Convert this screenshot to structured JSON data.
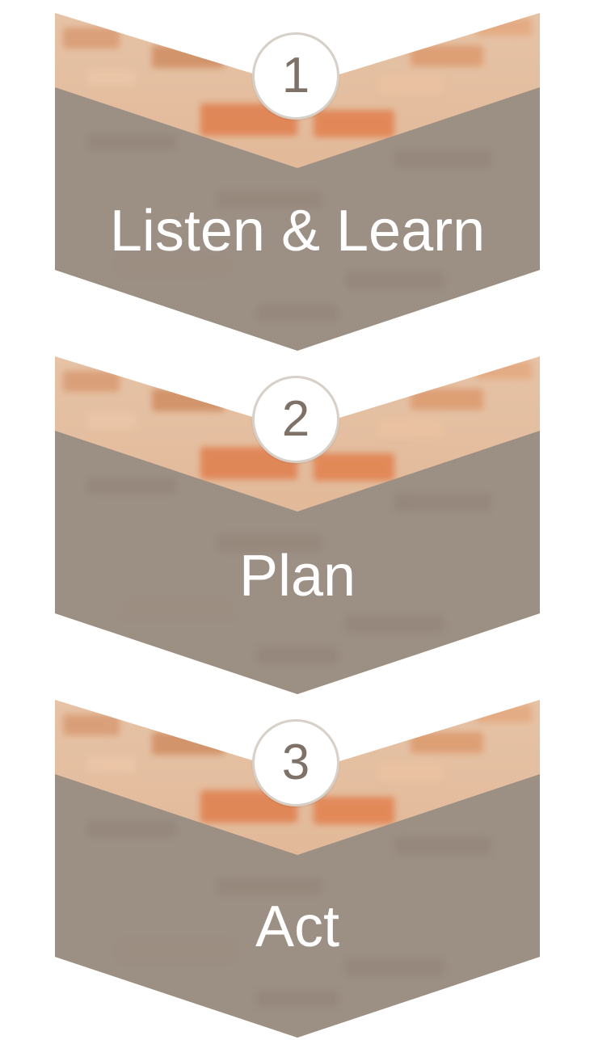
{
  "colors": {
    "band_base": "#9c8f84",
    "brick_top": "#e8c4a4",
    "brick_accent": "#d98a5e",
    "circle_border": "#d6d0c8",
    "number_text": "#7d7168",
    "label_text": "#ffffff"
  },
  "steps": [
    {
      "number": "1",
      "label": "Listen & Learn"
    },
    {
      "number": "2",
      "label": "Plan"
    },
    {
      "number": "3",
      "label": "Act"
    }
  ]
}
